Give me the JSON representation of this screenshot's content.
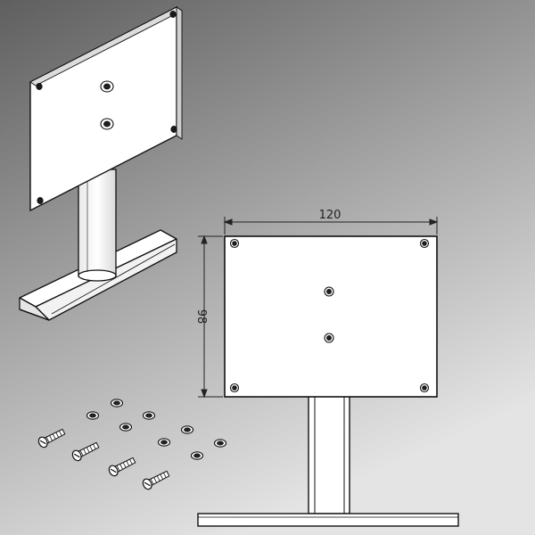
{
  "colors": {
    "background_top": "#5f5f5f",
    "background_bottom": "#dedede",
    "line": "#1f1f1f",
    "fill": "#ffffff"
  },
  "dimensions": {
    "width_label": "120",
    "height_label": "98"
  },
  "parts": {
    "assembly": "stand-assembly-isometric",
    "front_view": "stand-front-view",
    "hardware": "screw-and-washer-set"
  }
}
